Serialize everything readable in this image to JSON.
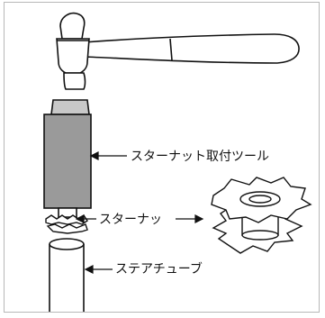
{
  "labels": {
    "installation_tool": "スターナット取付ツール",
    "star_nut": "スターナッ",
    "steerer_tube": "ステアチューブ"
  },
  "icons": {
    "hammer": "hammer-icon",
    "tool": "star-nut-installation-tool",
    "nut": "star-nut",
    "tube": "steerer-tube"
  },
  "colors": {
    "outline": "#111111",
    "tool_body": "#9a9a9a",
    "tool_cap": "#c8c8c8",
    "frame_border": "#b8b8b8"
  }
}
